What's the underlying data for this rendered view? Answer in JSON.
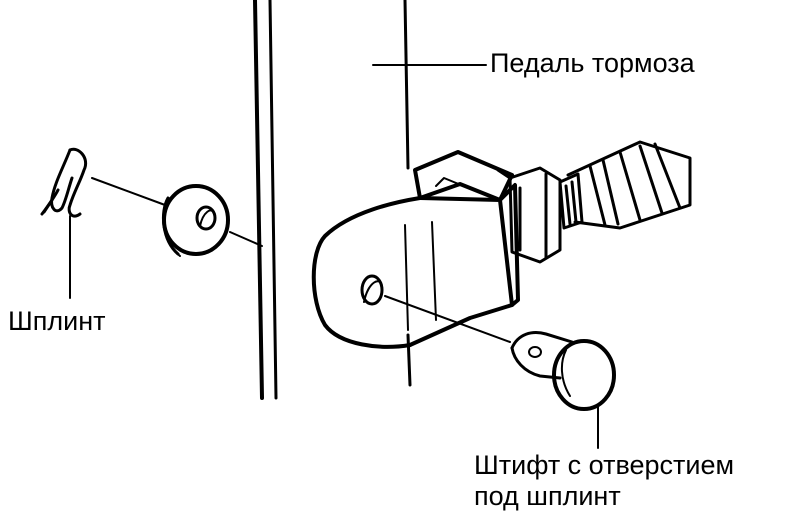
{
  "labels": {
    "brake_pedal": "Педаль тормоза",
    "cotter_pin": "Шплинт",
    "pin_line1": "Штифт с отверстием",
    "pin_line2": "под шплинт"
  },
  "colors": {
    "ink": "#000000",
    "background": "#ffffff"
  }
}
